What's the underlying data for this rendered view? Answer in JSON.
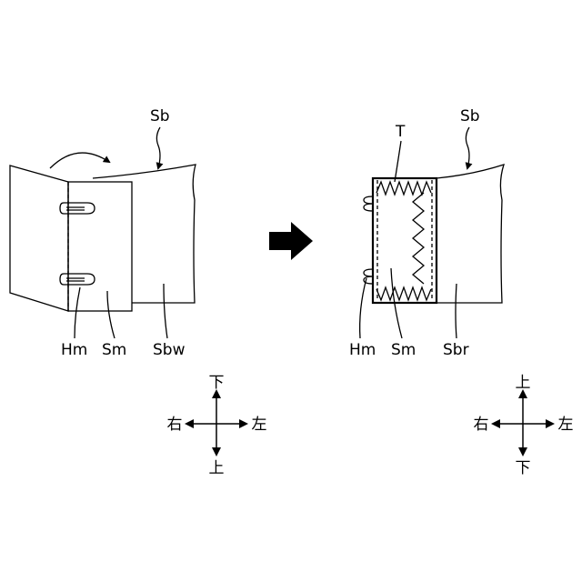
{
  "left_figure": {
    "labels": {
      "sb": "Sb",
      "hm": "Hm",
      "sm": "Sm",
      "sbw": "Sbw"
    }
  },
  "right_figure": {
    "labels": {
      "sb": "Sb",
      "t": "T",
      "hm": "Hm",
      "sm": "Sm",
      "sbr": "Sbr"
    }
  },
  "left_axes": {
    "up": "下",
    "down": "上",
    "left": "右",
    "right": "左"
  },
  "right_axes": {
    "up": "上",
    "down": "下",
    "left": "右",
    "right": "左"
  }
}
